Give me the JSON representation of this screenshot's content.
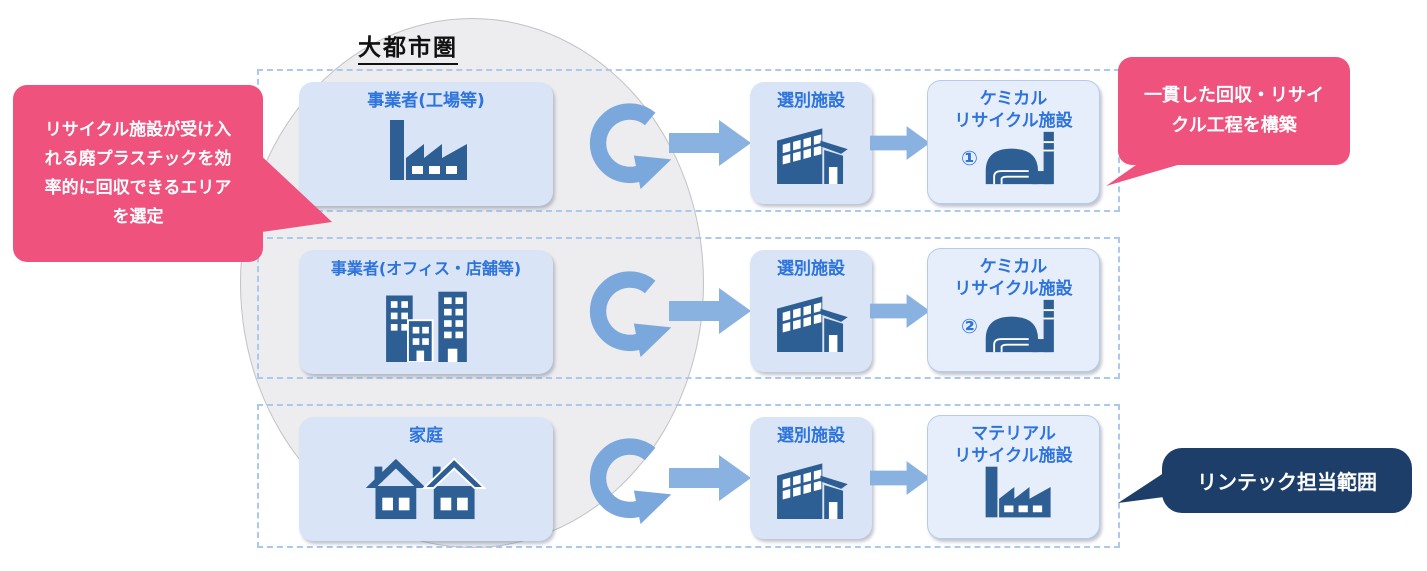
{
  "title": "大都市圏",
  "colors": {
    "accent_pink": "#f0527e",
    "navy": "#1d3e68",
    "icon_blue": "#2e5f94",
    "label_blue": "#2d73dc",
    "box_fill": "#d9e5f7",
    "recycle_box_fill": "#e7eefb",
    "dashed_border": "#abc8ef",
    "arrow_blue": "#8ab2e1",
    "cycle_arrow_blue": "#7ba8dc",
    "circle_gray": "#ededef"
  },
  "callouts": {
    "left": {
      "lines": [
        "リサイクル施設が受け入",
        "れる廃プラスチックを効",
        "率的に回収できるエリア",
        "を選定"
      ],
      "text": "リサイクル施設が受け入れる廃プラスチックを効率的に回収できるエリアを選定"
    },
    "top_right": {
      "lines": [
        "一貫した回収・リサイ",
        "クル工程を構築"
      ],
      "text": "一貫した回収・リサイクル工程を構築"
    },
    "bottom_right": {
      "text": "リンテック担当範囲"
    }
  },
  "rows": [
    {
      "source": {
        "label": "事業者(工場等)",
        "icon": "factory-icon"
      },
      "cycle_icon": "recycle-cycle-icon",
      "sorting": {
        "label": "選別施設",
        "icon": "sorting-facility-icon"
      },
      "recycle": {
        "line1": "ケミカル",
        "line2": "リサイクル施設",
        "number": "①",
        "icon": "chemical-plant-icon"
      }
    },
    {
      "source": {
        "label": "事業者(オフィス・店舗等)",
        "icon": "office-buildings-icon"
      },
      "cycle_icon": "recycle-cycle-icon",
      "sorting": {
        "label": "選別施設",
        "icon": "sorting-facility-icon"
      },
      "recycle": {
        "line1": "ケミカル",
        "line2": "リサイクル施設",
        "number": "②",
        "icon": "chemical-plant-icon"
      }
    },
    {
      "source": {
        "label": "家庭",
        "icon": "houses-icon"
      },
      "cycle_icon": "recycle-cycle-icon",
      "sorting": {
        "label": "選別施設",
        "icon": "sorting-facility-icon"
      },
      "recycle": {
        "line1": "マテリアル",
        "line2": "リサイクル施設",
        "number": "",
        "icon": "factory-icon"
      }
    }
  ]
}
